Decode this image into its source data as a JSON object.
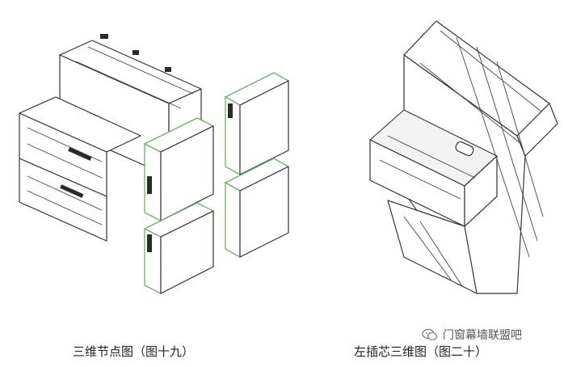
{
  "figures": {
    "left": {
      "caption": "三维节点图（图十九）"
    },
    "right": {
      "caption": "左插芯三维图（图二十）"
    }
  },
  "watermark": {
    "text": "门窗幕墙联盟吧",
    "icon": "wechat-icon"
  },
  "colors": {
    "panel_edge": "#6fae6a",
    "line": "#333333",
    "background": "#ffffff"
  }
}
